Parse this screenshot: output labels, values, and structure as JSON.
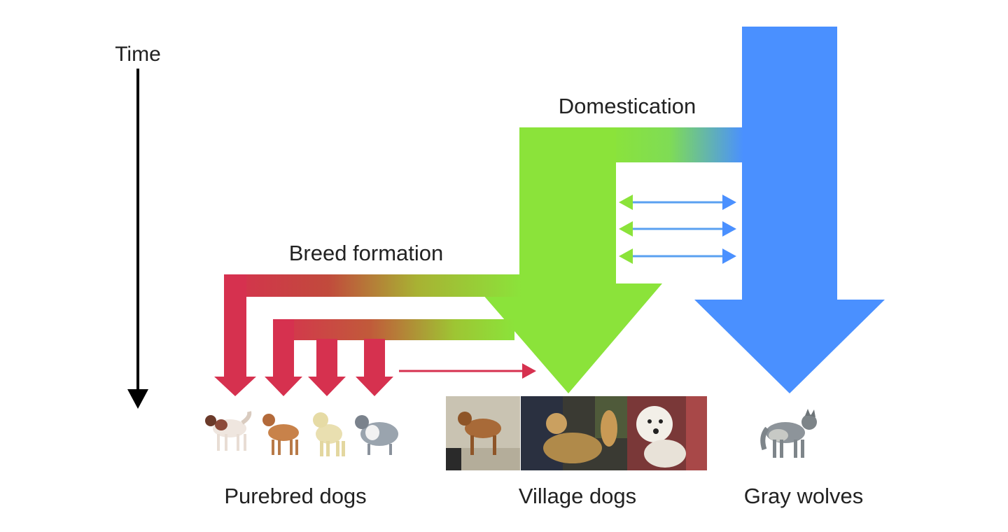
{
  "axis": {
    "time_label": "Time"
  },
  "labels": {
    "domestication": "Domestication",
    "breed_formation": "Breed formation"
  },
  "groups": {
    "purebred": "Purebred dogs",
    "village": "Village dogs",
    "wolves": "Gray wolves"
  },
  "colors": {
    "wolf_blue": "#4a90ff",
    "village_green": "#8be33a",
    "breed_red": "#d6314f",
    "axis_black": "#000000"
  },
  "icons": {
    "time_arrow": "arrow-down-icon",
    "gene_flow": "double-headed-arrow-icon",
    "purebred_photos": [
      "akita-dog-icon",
      "boxer-dog-icon",
      "poodle-dog-icon",
      "collie-dog-icon"
    ],
    "village_photos": [
      "village-dog-photo",
      "village-dog-photo",
      "village-dog-photo"
    ],
    "wolf_photo": "gray-wolf-icon"
  }
}
